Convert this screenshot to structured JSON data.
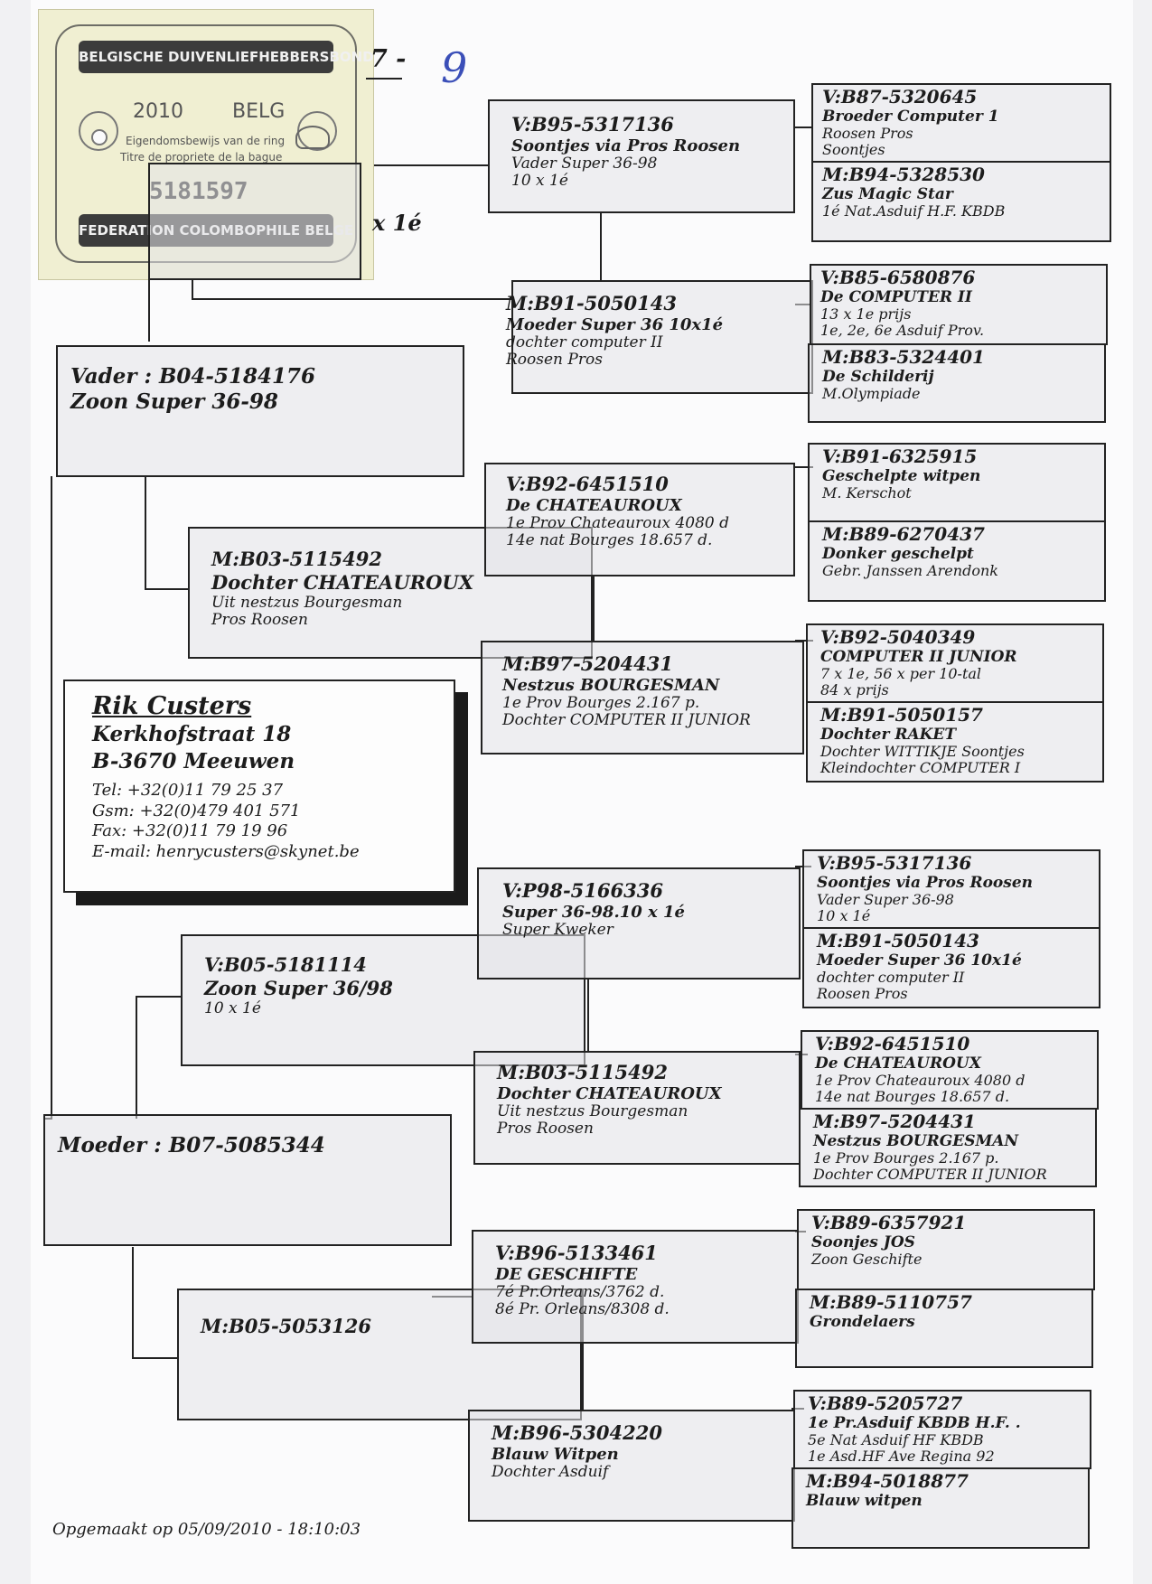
{
  "stamp": {
    "top_banner": "BELGISCHE DUIVENLIEFHEBBERSBOND",
    "year": "2010",
    "country": "BELG",
    "text_nl": "Eigendomsbewijs van de ring",
    "text_fr": "Titre de propriete de la bague",
    "ring_number": "5181597",
    "bottom_banner": "FEDERATION COLOMBOPHILE BELGE"
  },
  "header": {
    "fragment": "7 -",
    "handwritten_mark": "9",
    "title_fragment": "x 1é"
  },
  "parents": {
    "father": {
      "line1": "Vader : B04-5184176",
      "line2": "Zoon Super 36-98"
    },
    "mother": {
      "line1": "Moeder : B07-5085344"
    }
  },
  "grandparents": {
    "ff": {
      "line1": "",
      "line2": "",
      "line3": ""
    },
    "fm": {
      "line1": "M:B03-5115492",
      "line2": "Dochter CHATEAUROUX",
      "line3": "Uit nestzus Bourgesman",
      "line4": "Pros Roosen"
    },
    "mf": {
      "line1": "V:B05-5181114",
      "line2": "Zoon Super 36/98",
      "line3": "10 x 1é"
    },
    "mm": {
      "line1": "M:B05-5053126"
    }
  },
  "great_grandparents": {
    "fff": {
      "line1": "V:B95-5317136",
      "line2": "Soontjes via Pros Roosen",
      "line3": "Vader Super 36-98",
      "line4": "10 x 1é"
    },
    "ffm": {
      "line1": "M:B91-5050143",
      "line2": "Moeder Super 36 10x1é",
      "line3": "dochter computer II",
      "line4": "Roosen Pros"
    },
    "fmf": {
      "line1": "V:B92-6451510",
      "line2": "De CHATEAUROUX",
      "line3": "1e Prov Chateauroux 4080 d",
      "line4": "14e nat Bourges 18.657 d."
    },
    "fmm": {
      "line1": "M:B97-5204431",
      "line2": "Nestzus BOURGESMAN",
      "line3": "1e Prov Bourges 2.167 p.",
      "line4": "Dochter COMPUTER II JUNIOR"
    },
    "mff": {
      "line1": "V:P98-5166336",
      "line2": "Super 36-98.10 x 1é",
      "line3": "Super Kweker"
    },
    "mfm": {
      "line1": "M:B03-5115492",
      "line2": "Dochter CHATEAUROUX",
      "line3": "Uit nestzus Bourgesman",
      "line4": "Pros Roosen"
    },
    "mmf": {
      "line1": "V:B96-5133461",
      "line2": "DE GESCHIFTE",
      "line3": "7é Pr.Orleans/3762 d.",
      "line4": "8é Pr. Orleans/8308 d."
    },
    "mmm": {
      "line1": "M:B96-5304220",
      "line2": "Blauw Witpen",
      "line3": "Dochter Asduif"
    }
  },
  "gg_grandparents": [
    {
      "line1": "V:B87-5320645",
      "line2": "Broeder Computer 1",
      "line3": "Roosen Pros",
      "line4": "Soontjes"
    },
    {
      "line1": "M:B94-5328530",
      "line2": "Zus Magic Star",
      "line3": "1é Nat.Asduif H.F. KBDB"
    },
    {
      "line1": "V:B85-6580876",
      "line2": "De COMPUTER II",
      "line3": "13 x 1e prijs",
      "line4": "1e, 2e, 6e Asduif Prov."
    },
    {
      "line1": "M:B83-5324401",
      "line2": "De Schilderij",
      "line3": "M.Olympiade"
    },
    {
      "line1": "V:B91-6325915",
      "line2": "Geschelpte witpen",
      "line3": "M. Kerschot"
    },
    {
      "line1": "M:B89-6270437",
      "line2": "Donker geschelpt",
      "line3": "Gebr. Janssen Arendonk"
    },
    {
      "line1": "V:B92-5040349",
      "line2": "COMPUTER II JUNIOR",
      "line3": "7 x 1e, 56 x per 10-tal",
      "line4": "84 x prijs"
    },
    {
      "line1": "M:B91-5050157",
      "line2": "Dochter RAKET",
      "line3": "Dochter WITTIKJE Soontjes",
      "line4": "Kleindochter COMPUTER I"
    },
    {
      "line1": "V:B95-5317136",
      "line2": "Soontjes via Pros Roosen",
      "line3": "Vader Super 36-98",
      "line4": "10 x 1é"
    },
    {
      "line1": "M:B91-5050143",
      "line2": "Moeder Super 36 10x1é",
      "line3": "dochter computer II",
      "line4": "Roosen Pros"
    },
    {
      "line1": "V:B92-6451510",
      "line2": "De CHATEAUROUX",
      "line3": "1e Prov Chateauroux 4080 d",
      "line4": "14e nat Bourges 18.657 d."
    },
    {
      "line1": "M:B97-5204431",
      "line2": "Nestzus BOURGESMAN",
      "line3": "1e Prov Bourges 2.167 p.",
      "line4": "Dochter COMPUTER II JUNIOR"
    },
    {
      "line1": "V:B89-6357921",
      "line2": "Soonjes JOS",
      "line3": "Zoon Geschifte"
    },
    {
      "line1": "M:B89-5110757",
      "line2": "Grondelaers"
    },
    {
      "line1": "V:B89-5205727",
      "line2": "1e Pr.Asduif KBDB H.F. .",
      "line3": "5e Nat Asduif HF KBDB",
      "line4": "1e Asd.HF Ave Regina 92"
    },
    {
      "line1": "M:B94-5018877",
      "line2": "Blauw witpen"
    }
  ],
  "owner": {
    "name": "Rik Custers",
    "street": "Kerkhofstraat 18",
    "city": "B-3670 Meeuwen",
    "tel": "Tel: +32(0)11 79 25 37",
    "gsm": "Gsm: +32(0)479 401 571",
    "fax": "Fax: +32(0)11 79 19 96",
    "email": "E-mail: henrycusters@skynet.be"
  },
  "footer": {
    "created": "Opgemaakt op 05/09/2010 - 18:10:03"
  }
}
